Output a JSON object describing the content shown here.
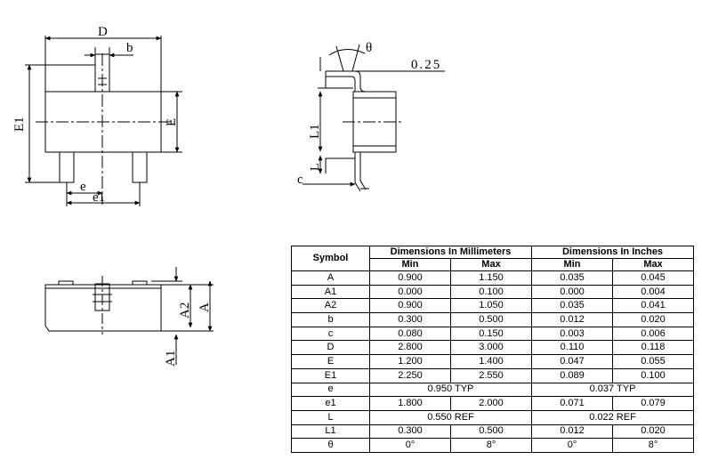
{
  "labels": {
    "top_view": {
      "D": "D",
      "b": "b",
      "E1": "E1",
      "E": "E",
      "e": "e",
      "e1": "e1"
    },
    "side_view": {
      "theta": "θ",
      "gauge": "0.25",
      "L1": "L1",
      "L": "L",
      "c": "c"
    },
    "front_view": {
      "A": "A",
      "A1": "A1",
      "A2": "A2"
    }
  },
  "table": {
    "symbol_header": "Symbol",
    "mm_header": "Dimensions In Millimeters",
    "inch_header": "Dimensions In Inches",
    "min": "Min",
    "max": "Max",
    "rows": [
      {
        "symbol": "A",
        "mm_min": "0.900",
        "mm_max": "1.150",
        "in_min": "0.035",
        "in_max": "0.045"
      },
      {
        "symbol": "A1",
        "mm_min": "0.000",
        "mm_max": "0.100",
        "in_min": "0.000",
        "in_max": "0.004"
      },
      {
        "symbol": "A2",
        "mm_min": "0.900",
        "mm_max": "1.050",
        "in_min": "0.035",
        "in_max": "0.041"
      },
      {
        "symbol": "b",
        "mm_min": "0.300",
        "mm_max": "0.500",
        "in_min": "0.012",
        "in_max": "0.020"
      },
      {
        "symbol": "c",
        "mm_min": "0.080",
        "mm_max": "0.150",
        "in_min": "0.003",
        "in_max": "0.006"
      },
      {
        "symbol": "D",
        "mm_min": "2.800",
        "mm_max": "3.000",
        "in_min": "0.110",
        "in_max": "0.118"
      },
      {
        "symbol": "E",
        "mm_min": "1.200",
        "mm_max": "1.400",
        "in_min": "0.047",
        "in_max": "0.055"
      },
      {
        "symbol": "E1",
        "mm_min": "2.250",
        "mm_max": "2.550",
        "in_min": "0.089",
        "in_max": "0.100"
      },
      {
        "symbol": "e",
        "mm_typ": "0.950 TYP",
        "in_typ": "0.037 TYP"
      },
      {
        "symbol": "e1",
        "mm_min": "1.800",
        "mm_max": "2.000",
        "in_min": "0.071",
        "in_max": "0.079"
      },
      {
        "symbol": "L",
        "mm_typ": "0.550 REF",
        "in_typ": "0.022 REF"
      },
      {
        "symbol": "L1",
        "mm_min": "0.300",
        "mm_max": "0.500",
        "in_min": "0.012",
        "in_max": "0.020"
      },
      {
        "symbol": "θ",
        "mm_min": "0°",
        "mm_max": "8°",
        "in_min": "0°",
        "in_max": "8°"
      }
    ]
  }
}
